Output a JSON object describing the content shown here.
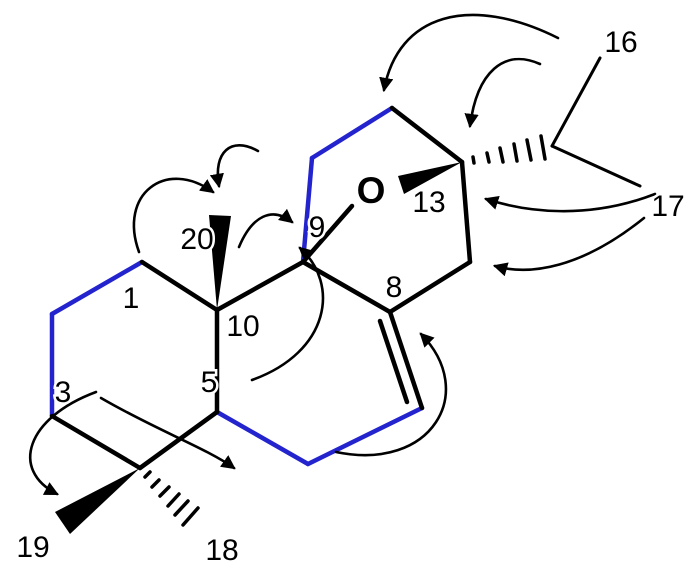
{
  "diagram": {
    "type": "chemical-structure-with-correlation-arrows",
    "labels": {
      "c1": "1",
      "c3": "3",
      "c5": "5",
      "c8": "8",
      "c9": "9",
      "c10": "10",
      "c13": "13",
      "c16": "16",
      "c17": "17",
      "c18": "18",
      "c19": "19",
      "c20": "20",
      "oxygen": "O"
    },
    "colors": {
      "highlight": "#2424cf",
      "bond": "#000000",
      "arrow": "#000000"
    }
  }
}
